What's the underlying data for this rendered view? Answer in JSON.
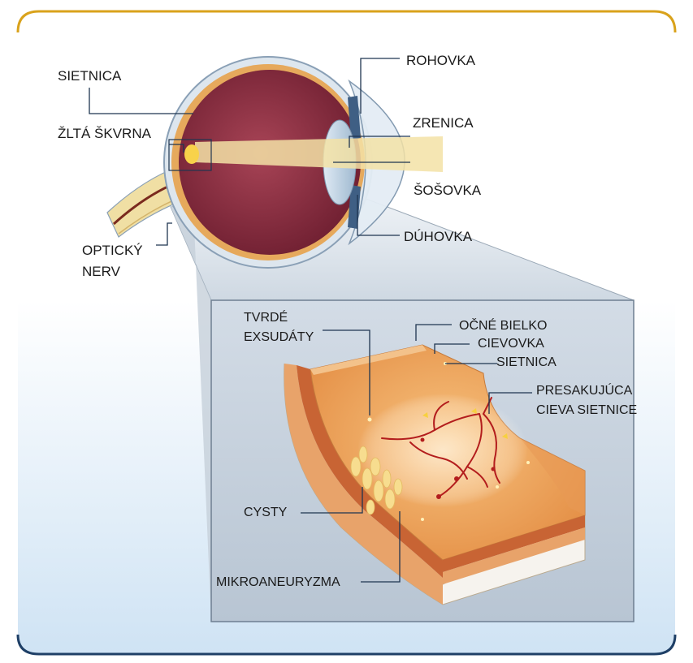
{
  "colors": {
    "frame_top": "#d9a21b",
    "frame_bottom": "#1e3f66",
    "background_gradient_bottom": "#cfe3f4",
    "eye_interior": "#8e2f42",
    "light_beam": "#f3e2a6",
    "retina_tissue": "#e79a55",
    "blood_vessel": "#b31d1d",
    "leader_line": "#1f3550"
  },
  "eye_labels": {
    "sietnica": "SIETNICA",
    "zlta_skvrna": "ŽLTÁ ŠKVRNA",
    "opticky": "OPTICKÝ",
    "nerv": "NERV",
    "rohovka": "ROHOVKA",
    "zrenica": "ZRENICA",
    "sosovka": "ŠOŠOVKA",
    "duhovka": "DÚHOVKA"
  },
  "detail_labels": {
    "tvrde": "TVRDÉ",
    "exsudaty": "EXSUDÁTY",
    "ocne_bielko": "OČNÉ BIELKO",
    "cievovka": "CIEVOVKA",
    "sietnica": "SIETNICA",
    "presakujuca": "PRESAKUJÚCA",
    "cieva_sietnice": "CIEVA SIETNICE",
    "cysty": "CYSTY",
    "mikroaneuryzma": "MIKROANEURYZMA"
  }
}
